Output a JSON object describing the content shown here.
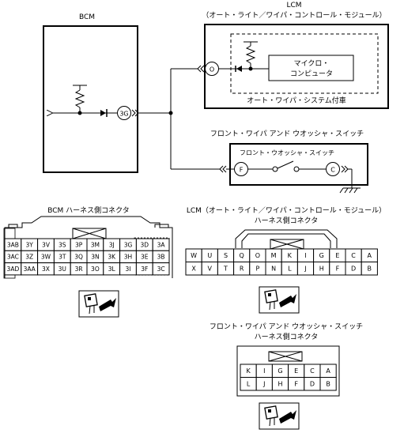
{
  "labels": {
    "bcm_title": "BCM",
    "lcm_title": "LCM",
    "lcm_subtitle": "（オート・ライト／ワイパ・コントロール・モジュール）",
    "micro_line1": "マイクロ・",
    "micro_line2": "コンピュータ",
    "auto_wiper_note": "オート・ワイパ・システム付車",
    "switch_title": "フロント・ワイパ アンド ウオッシャ・スイッチ",
    "switch_inner": "フロント・ウオッシャ・スイッチ",
    "pin_3g": "3G",
    "pin_o": "O",
    "pin_f": "F",
    "pin_c": "C"
  },
  "bcm_connector": {
    "title": "BCM ハーネス側コネクタ",
    "rows": [
      [
        "3AB",
        "3Y",
        "3V",
        "3S",
        "3P",
        "3M",
        "3J",
        "3G",
        "3D",
        "3A"
      ],
      [
        "3AC",
        "3Z",
        "3W",
        "3T",
        "3Q",
        "3N",
        "3K",
        "3H",
        "3E",
        "3B"
      ],
      [
        "3AD",
        "3AA",
        "3X",
        "3U",
        "3R",
        "3O",
        "3L",
        "3I",
        "3F",
        "3C"
      ]
    ]
  },
  "lcm_connector": {
    "title_line1": "LCM（オート・ライト／ワイパ・コントロール・モジュール）",
    "title_line2": "ハーネス側コネクタ",
    "rows": [
      [
        "W",
        "U",
        "S",
        "Q",
        "O",
        "M",
        "K",
        "I",
        "G",
        "E",
        "C",
        "A"
      ],
      [
        "X",
        "V",
        "T",
        "R",
        "P",
        "N",
        "L",
        "J",
        "H",
        "F",
        "D",
        "B"
      ]
    ]
  },
  "switch_connector": {
    "title_line1": "フロント・ワイパ アンド ウオッシャ・スイッチ",
    "title_line2": "ハーネス側コネクタ",
    "rows": [
      [
        "K",
        "I",
        "G",
        "E",
        "C",
        "A"
      ],
      [
        "L",
        "J",
        "H",
        "F",
        "D",
        "B"
      ]
    ]
  }
}
